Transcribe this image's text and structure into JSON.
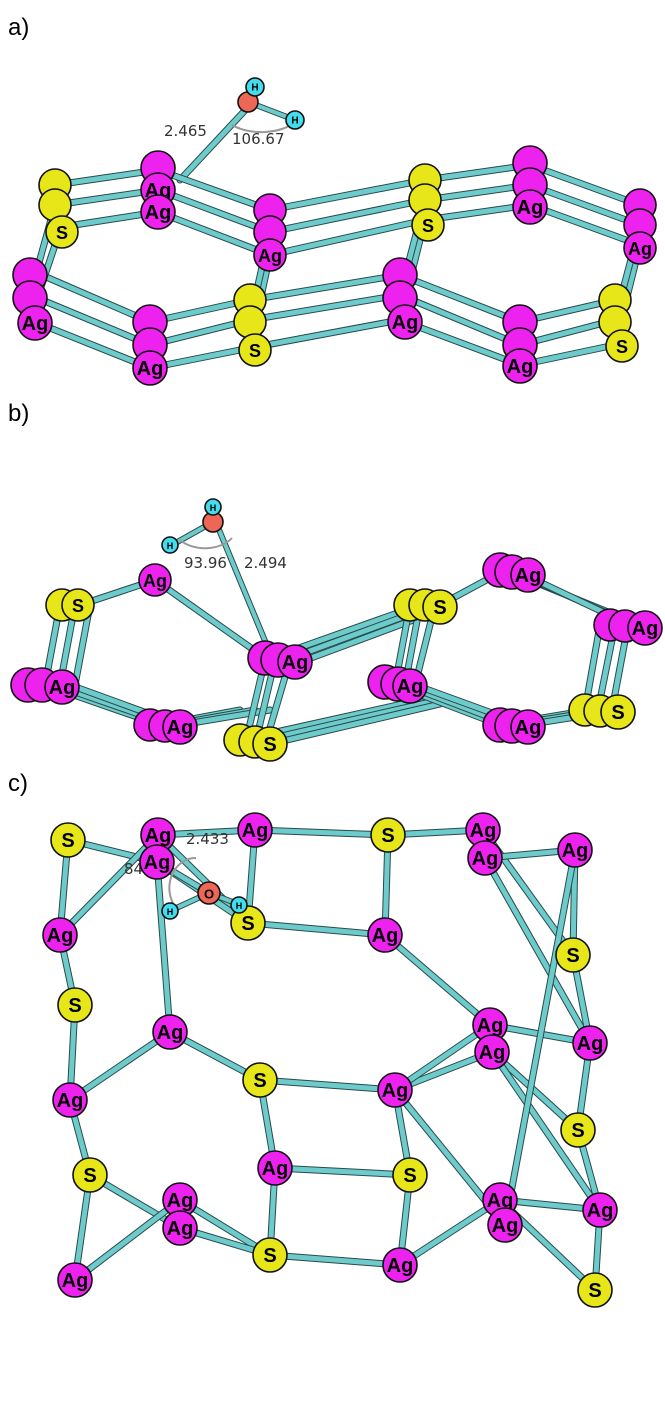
{
  "panels": [
    {
      "label": "a)",
      "measurements": [
        "2.465",
        "106.67"
      ],
      "water": [
        "H",
        "H"
      ]
    },
    {
      "label": "b)",
      "measurements": [
        "93.96",
        "2.494"
      ],
      "water": [
        "H",
        "H"
      ]
    },
    {
      "label": "c)",
      "measurements": [
        "2.433",
        "84.98"
      ],
      "water": [
        "O",
        "H",
        "H"
      ]
    }
  ],
  "elements": {
    "Ag": {
      "symbol": "Ag",
      "color": "#ee22ee"
    },
    "S": {
      "symbol": "S",
      "color": "#e6e619"
    },
    "O": {
      "symbol": "O",
      "color": "#ee6655"
    },
    "H": {
      "symbol": "H",
      "color": "#44ddee"
    }
  },
  "colors": {
    "bond": "#6ecbcb",
    "bond_edge": "#2a4a4a",
    "angle_arc": "#999999"
  }
}
